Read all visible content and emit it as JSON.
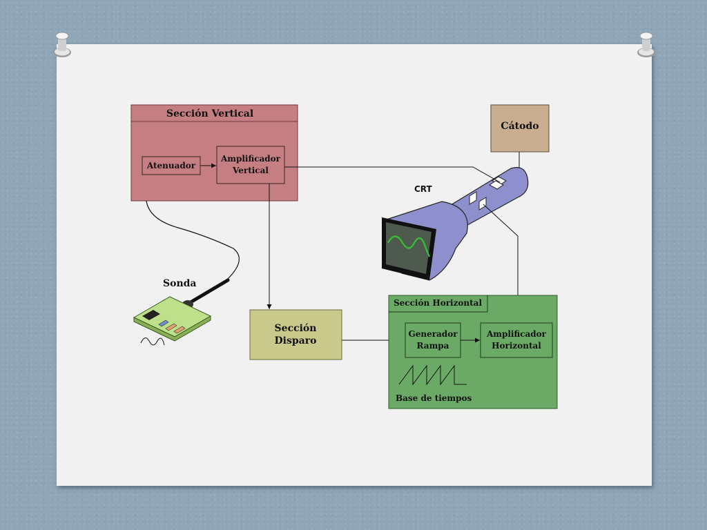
{
  "diagram": {
    "vertical_section": {
      "title": "Sección Vertical",
      "attenuator": "Atenuador",
      "amp_line1": "Amplificador",
      "amp_line2": "Vertical"
    },
    "cathode": "Cátodo",
    "crt": "CRT",
    "probe": "Sonda",
    "trigger_line1": "Sección",
    "trigger_line2": "Disparo",
    "horizontal_section": {
      "title": "Sección Horizontal",
      "ramp_line1": "Generador",
      "ramp_line2": "Rampa",
      "amp_line1": "Amplificador",
      "amp_line2": "Horizontal",
      "timebase": "Base de tiempos"
    }
  },
  "colors": {
    "vertical": "#c57f83",
    "horizontal": "#6aaa66",
    "trigger": "#c9c98c",
    "cathode": "#c8ad8f",
    "crt": "#8e8fcd"
  }
}
